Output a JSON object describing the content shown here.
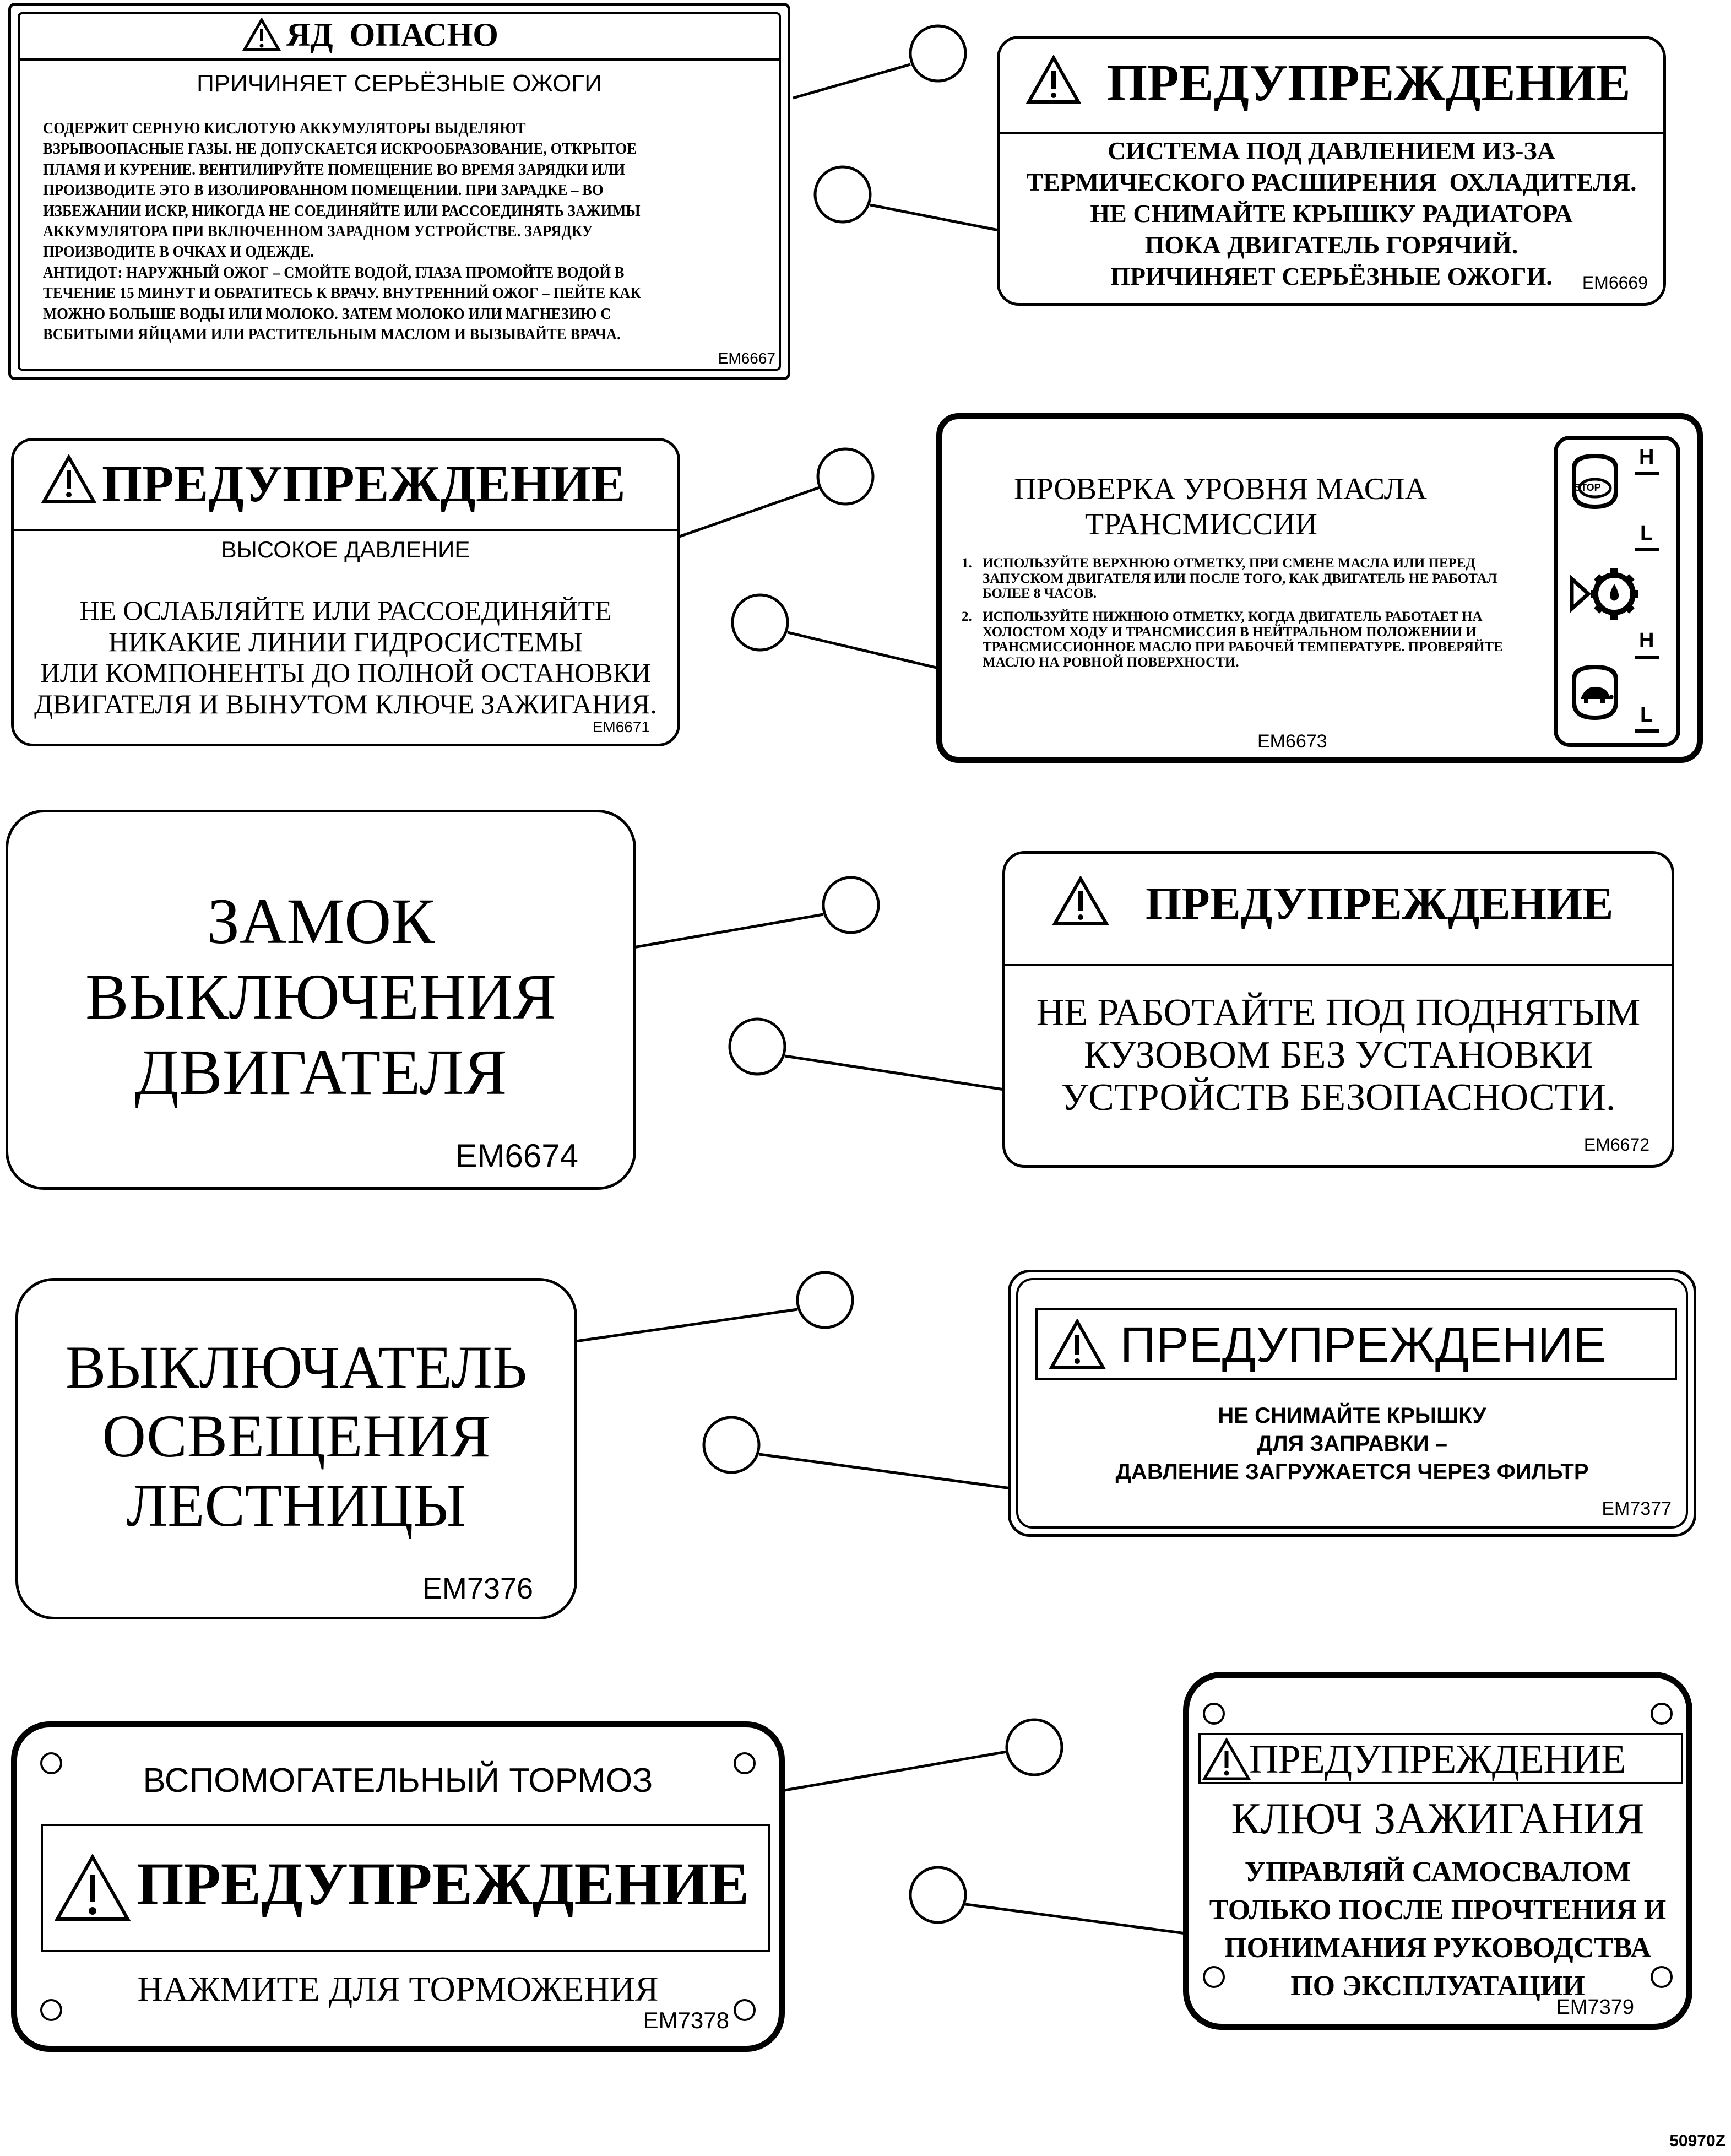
{
  "figure_code": "50970Z",
  "decals": [
    {
      "id": "em6667",
      "title": "ЯД  ОПАСНО",
      "subtitle": "ПРИЧИНЯЕТ СЕРЬЁЗНЫЕ ОЖОГИ",
      "body": "СОДЕРЖИТ СЕРНУЮ КИСЛОТУЮ АККУМУЛЯТОРЫ ВЫДЕЛЯЮТ\nВЗРЫВООПАСНЫЕ ГАЗЫ. НЕ ДОПУСКАЕТСЯ ИСКРООБРАЗОВАНИЕ, ОТКРЫТОЕ\nПЛАМЯ И КУРЕНИЕ. ВЕНТИЛИРУЙТЕ ПОМЕЩЕНИЕ ВО ВРЕМЯ ЗАРЯДКИ ИЛИ\nПРОИЗВОДИТЕ ЭТО В ИЗОЛИРОВАННОМ ПОМЕЩЕНИИ. ПРИ ЗАРАДКЕ – ВО\nИЗБЕЖАНИИ ИСКР, НИКОГДА НЕ СОЕДИНЯЙТЕ ИЛИ РАССОЕДИНЯТЬ ЗАЖИМЫ\nАККУМУЛЯТОРА ПРИ ВКЛЮЧЕННОМ ЗАРАДНОМ УСТРОЙСТВЕ. ЗАРЯДКУ\nПРОИЗВОДИТЕ В ОЧКАХ И ОДЕЖДЕ.\nАНТИДОТ: НАРУЖНЫЙ ОЖОГ – СМОЙТЕ ВОДОЙ, ГЛАЗА ПРОМОЙТЕ ВОДОЙ В\nТЕЧЕНИЕ 15 МИНУТ И ОБРАТИТЕСЬ К ВРАЧУ. ВНУТРЕННИЙ ОЖОГ – ПЕЙТЕ КАК\nМОЖНО БОЛЬШЕ ВОДЫ ИЛИ МОЛОКО. ЗАТЕМ МОЛОКО ИЛИ МАГНЕЗИЮ С\nВСБИТЫМИ ЯЙЦАМИ ИЛИ РАСТИТЕЛЬНЫМ МАСЛОМ И ВЫЗЫВАЙТЕ ВРАЧА.",
      "code": "EM6667"
    },
    {
      "id": "em6669",
      "title": "ПРЕДУПРЕЖДЕНИЕ",
      "body": "СИСТЕМА ПОД ДАВЛЕНИЕМ ИЗ-ЗА\nТЕРМИЧЕСКОГО РАСШИРЕНИЯ  ОХЛАДИТЕЛЯ.\nНЕ СНИМАЙТЕ КРЫШКУ РАДИАТОРА\nПОКА ДВИГАТЕЛЬ ГОРЯЧИЙ.\nПРИЧИНЯЕТ СЕРЬЁЗНЫЕ ОЖОГИ.",
      "code": "EM6669"
    },
    {
      "id": "em6671",
      "title": "ПРЕДУПРЕЖДЕНИЕ",
      "subtitle": "ВЫСОКОЕ ДАВЛЕНИЕ",
      "body": "НЕ ОСЛАБЛЯЙТЕ ИЛИ РАССОЕДИНЯЙТЕ\nНИКАКИЕ ЛИНИИ ГИДРОСИСТЕМЫ\nИЛИ КОМПОНЕНТЫ ДО ПОЛНОЙ ОСТАНОВКИ\nДВИГАТЕЛЯ И ВЫНУТОМ КЛЮЧЕ ЗАЖИГАНИЯ.",
      "code": "EM6671"
    },
    {
      "id": "em6673",
      "title": "ПРОВЕРКА УРОВНЯ МАСЛА\nТРАНСМИССИИ",
      "item1_num": "1.",
      "item1": "ИСПОЛЬЗУЙТЕ ВЕРХНЮЮ ОТМЕТКУ, ПРИ СМЕНЕ МАСЛА ИЛИ ПЕРЕД\nЗАПУСКОМ ДВИГАТЕЛЯ ИЛИ ПОСЛЕ ТОГО, КАК ДВИГАТЕЛЬ НЕ РАБОТАЛ\nБОЛЕЕ 8 ЧАСОВ.",
      "item2_num": "2.",
      "item2": "ИСПОЛЬЗУЙТЕ НИЖНЮЮ ОТМЕТКУ, КОГДА ДВИГАТЕЛЬ РАБОТАЕТ НА\nХОЛОСТОМ ХОДУ И ТРАНСМИССИЯ В НЕЙТРАЛЬНОМ ПОЛОЖЕНИИ И\nТРАНСМИССИОННОЕ МАСЛО ПРИ РАБОЧЕЙ ТЕМПЕРАТУРЕ. ПРОВЕРЯЙТЕ\nМАСЛО НА РОВНОЙ ПОВЕРХНОСТИ.",
      "stop_label": "STOP",
      "mark_h": "H",
      "mark_l": "L",
      "code": "EM6673"
    },
    {
      "id": "em6674",
      "body": "ЗАМОК\nВЫКЛЮЧЕНИЯ\nДВИГАТЕЛЯ",
      "code": "EM6674"
    },
    {
      "id": "em6672",
      "title": "ПРЕДУПРЕЖДЕНИЕ",
      "body": "НЕ РАБОТАЙТЕ ПОД ПОДНЯТЫМ\nКУЗОВОМ БЕЗ УСТАНОВКИ\nУСТРОЙСТВ БЕЗОПАСНОСТИ.",
      "code": "EM6672"
    },
    {
      "id": "em7376",
      "body": "ВЫКЛЮЧАТЕЛЬ\nОСВЕЩЕНИЯ\nЛЕСТНИЦЫ",
      "code": "EM7376"
    },
    {
      "id": "em7377",
      "title": "ПРЕДУПРЕЖДЕНИЕ",
      "body": "НЕ СНИМАЙТЕ КРЫШКУ\nДЛЯ ЗАПРАВКИ –\nДАВЛЕНИЕ ЗАГРУЖАЕТСЯ ЧЕРЕЗ ФИЛЬТР",
      "code": "EM7377"
    },
    {
      "id": "em7378",
      "subtitle": "ВСПОМОГАТЕЛЬНЫЙ ТОРМОЗ",
      "title": "ПРЕДУПРЕЖДЕНИЕ",
      "body": "НАЖМИТЕ ДЛЯ ТОРМОЖЕНИЯ",
      "code": "EM7378"
    },
    {
      "id": "em7379",
      "title": "ПРЕДУПРЕЖДЕНИЕ",
      "heading": "КЛЮЧ ЗАЖИГАНИЯ",
      "body": "УПРАВЛЯЙ САМОСВАЛОМ\nТОЛЬКО ПОСЛЕ ПРОЧТЕНИЯ И\nПОНИМАНИЯ РУКОВОДСТВА\nПО ЭКСПЛУАТАЦИИ",
      "code": "EM7379"
    }
  ]
}
